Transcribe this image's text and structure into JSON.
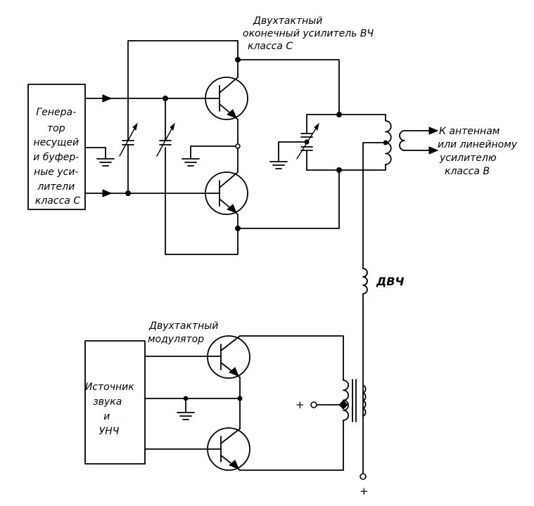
{
  "labels": {
    "amp_title": [
      "Двухтактный",
      "оконечный усилитель ВЧ",
      "класса С"
    ],
    "generator_box": [
      "Генера-",
      "тор",
      "несущей",
      "и буфер-",
      "ные уси-",
      "лители",
      "класса С"
    ],
    "antenna_note": [
      "К антеннам",
      "или линейному",
      "усилителю",
      "класса В"
    ],
    "rf_choke": "ДВЧ",
    "modulator_title": [
      "Двухтактный",
      "модулятор"
    ],
    "audio_box": [
      "Источник",
      "звука",
      "и",
      "УНЧ"
    ],
    "plus_left": "+",
    "plus_bottom": "+"
  }
}
